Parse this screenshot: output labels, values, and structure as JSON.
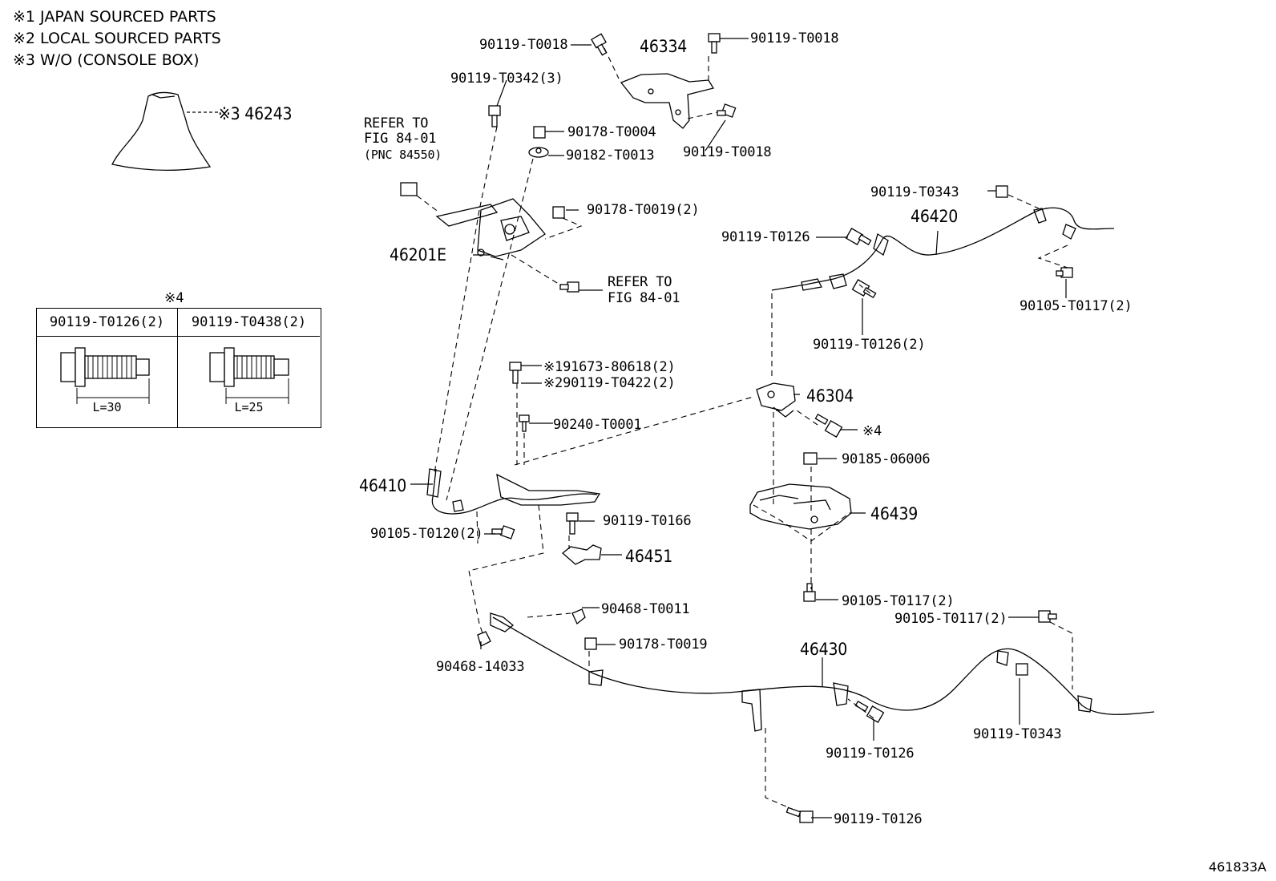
{
  "notes": [
    "※1  JAPAN SOURCED PARTS",
    "※2  LOCAL SOURCED PARTS",
    "※3  W/O (CONSOLE BOX)"
  ],
  "bolt_table": {
    "mark": "※4",
    "columns": [
      {
        "part": "90119-T0126(2)",
        "length": "L=30"
      },
      {
        "part": "90119-T0438(2)",
        "length": "L=25"
      }
    ]
  },
  "labels": {
    "p46243": "※3 46243",
    "p46334": "46334",
    "t0018_a": "90119-T0018",
    "t0018_b": "90119-T0018",
    "t0018_c": "90119-T0018",
    "t0342": "90119-T0342(3)",
    "t0004": "90178-T0004",
    "t0013": "90182-T0013",
    "t0019_2": "90178-T0019(2)",
    "refer1": "REFER TO",
    "refer1b": "FIG 84-01",
    "refer1c": "(PNC 84550)",
    "p46201e": "46201E",
    "refer2": "REFER TO",
    "refer2b": "FIG 84-01",
    "t0343_a": "90119-T0343",
    "p46420": "46420",
    "t0126_a": "90119-T0126",
    "t0117_a": "90105-T0117(2)",
    "t0126_b": "90119-T0126(2)",
    "s1": "※191673-80618(2)",
    "s2": "※290119-T0422(2)",
    "p46304": "46304",
    "t0001": "90240-T0001",
    "mark4b": "※4",
    "p06006": "90185-06006",
    "p46410": "46410",
    "p46439": "46439",
    "t0120": "90105-T0120(2)",
    "t0166": "90119-T0166",
    "p46451": "46451",
    "t0117_b": "90105-T0117(2)",
    "t0011": "90468-T0011",
    "t0117_c": "90105-T0117(2)",
    "t0019": "90178-T0019",
    "p46430": "46430",
    "p14033": "90468-14033",
    "t0126_c": "90119-T0126",
    "t0343_b": "90119-T0343",
    "t0126_d": "90119-T0126"
  },
  "figure_id": "461833A"
}
